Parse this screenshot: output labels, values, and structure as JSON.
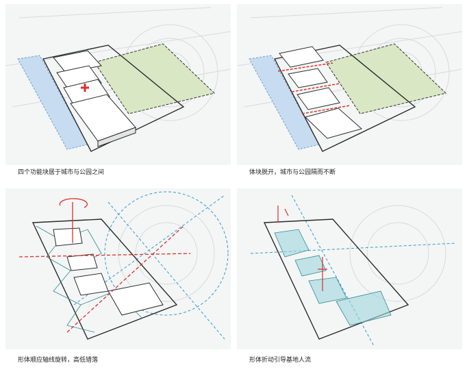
{
  "captions": {
    "p1": "四个功能块居于城市与公园之间",
    "p2": "体块脱开，城市与公园隔而不断",
    "p3": "形体顺应轴线旋转，高低错落",
    "p4": "形体折动引导基地人流"
  },
  "colors": {
    "block_fill": "#ffffff",
    "block_side": "#e4e4e4",
    "outline": "#2a2a2a",
    "park_fill": "#d9e7c4",
    "strip_fill": "#c7dcf1",
    "accent_red": "#d9302a",
    "axis_blue": "#2f9bd6",
    "facet_cyan": "#9fd6dc"
  },
  "icons": {
    "plus_marker": "red-cross-icon",
    "rotation_marker": "rotation-arrow-icon"
  }
}
